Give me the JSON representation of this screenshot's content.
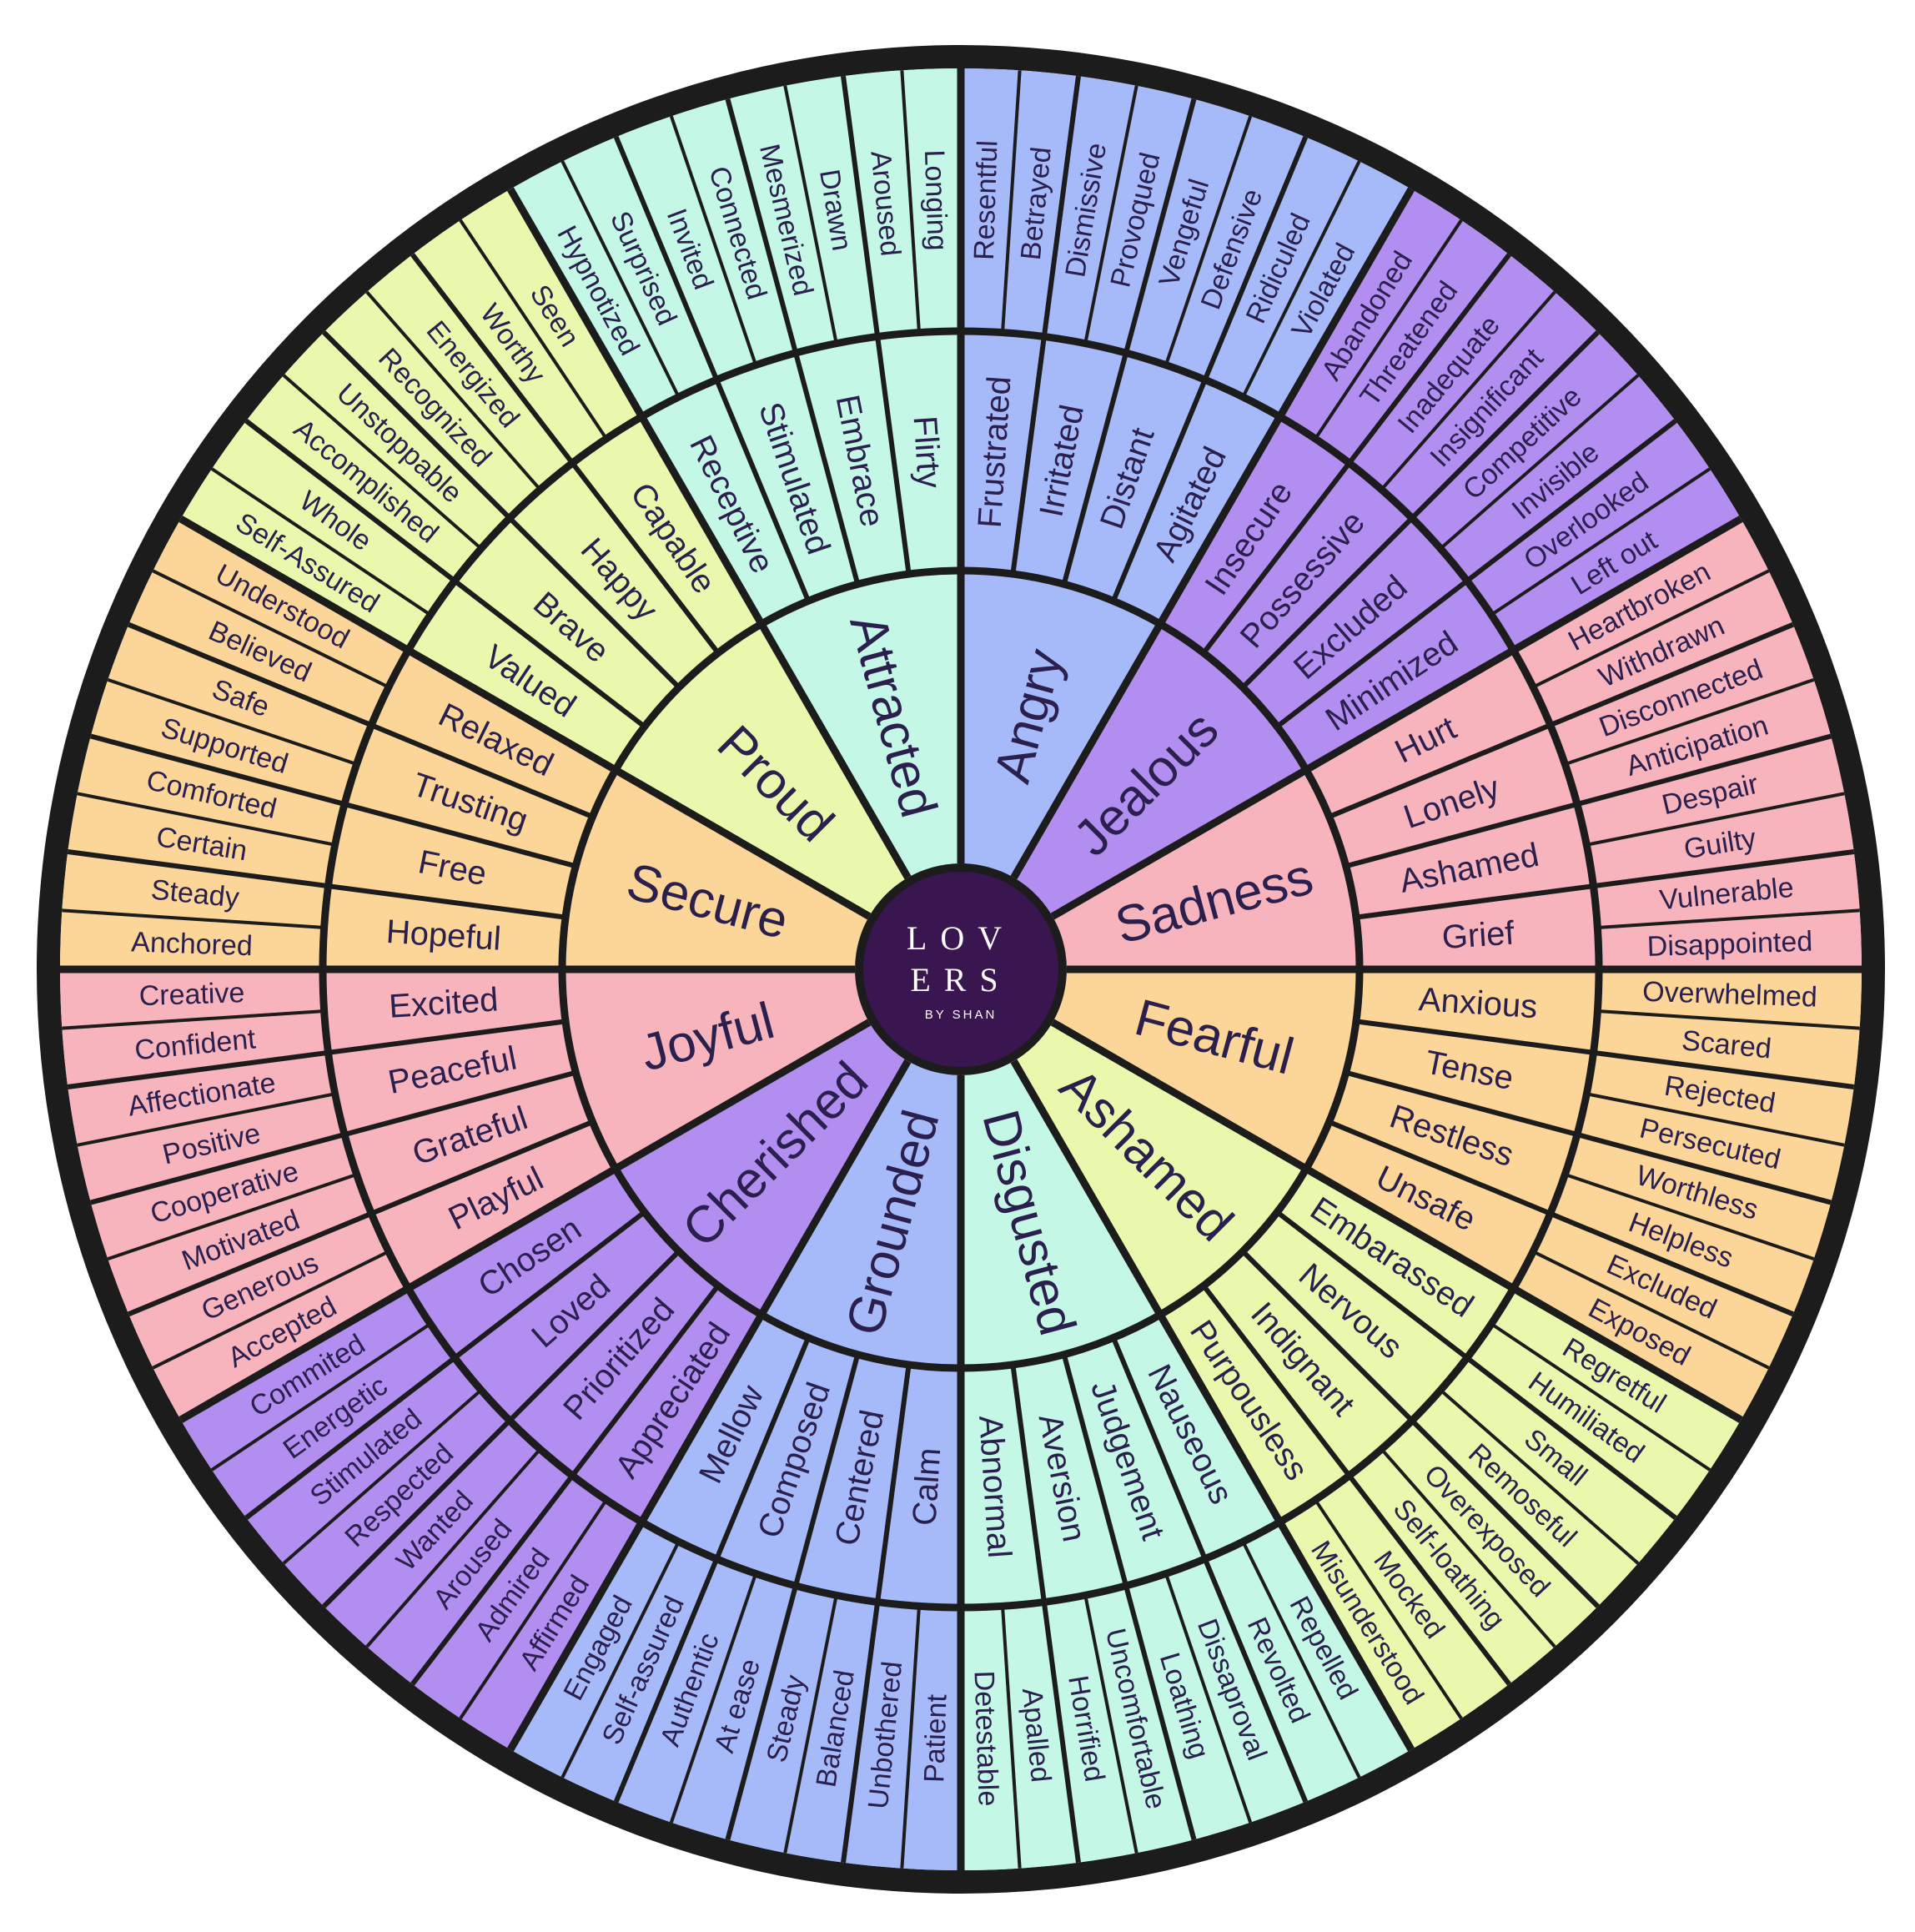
{
  "logo": {
    "line1": "LOV",
    "line2": "ERS",
    "sub": "BY SHAN"
  },
  "colors": {
    "blue": "#a6baf9",
    "purple": "#b28ef0",
    "pink": "#f8b4bc",
    "orange": "#fbd698",
    "lime": "#eaf8ae",
    "mint": "#c4f7e6",
    "center": "#3a1650",
    "outline": "#1c1c1c"
  },
  "emotions": [
    {
      "name": "Angry",
      "color": "blue",
      "mid": [
        "Frustrated",
        "Irritated",
        "Distant",
        "Agitated"
      ],
      "outer": [
        "Resentful",
        "Betrayed",
        "Dismissive",
        "Provoqued",
        "Vengeful",
        "Defensive",
        "Ridiculed",
        "Violated"
      ]
    },
    {
      "name": "Jealous",
      "color": "purple",
      "mid": [
        "Insecure",
        "Possessive",
        "Excluded",
        "Minimized"
      ],
      "outer": [
        "Abandoned",
        "Threatened",
        "Inadequate",
        "Insignificant",
        "Competitive",
        "Invisible",
        "Overlooked",
        "Left out"
      ]
    },
    {
      "name": "Sadness",
      "color": "pink",
      "mid": [
        "Hurt",
        "Lonely",
        "Ashamed",
        "Grief"
      ],
      "outer": [
        "Heartbroken",
        "Withdrawn",
        "Disconnected",
        "Anticipation",
        "Despair",
        "Guilty",
        "Vulnerable",
        "Disappointed"
      ]
    },
    {
      "name": "Fearful",
      "color": "orange",
      "mid": [
        "Anxious",
        "Tense",
        "Restless",
        "Unsafe"
      ],
      "outer": [
        "Overwhelmed",
        "Scared",
        "Rejected",
        "Persecuted",
        "Worthless",
        "Helpless",
        "Excluded",
        "Exposed"
      ]
    },
    {
      "name": "Ashamed",
      "color": "lime",
      "mid": [
        "Embarassed",
        "Nervous",
        "Indignant",
        "Purpousless"
      ],
      "outer": [
        "Regretful",
        "Humiliated",
        "Small",
        "Remoseful",
        "Overexposed",
        "Self-loathing",
        "Mocked",
        "Misunderstood"
      ]
    },
    {
      "name": "Disgusted",
      "color": "mint",
      "mid": [
        "Nauseous",
        "Judgement",
        "Aversion",
        "Abnormal"
      ],
      "outer": [
        "Repelled",
        "Revolted",
        "Dissaproval",
        "Loathing",
        "Uncomfortable",
        "Horrified",
        "Apalled",
        "Detestable"
      ]
    },
    {
      "name": "Grounded",
      "color": "blue",
      "mid": [
        "Calm",
        "Centered",
        "Composed",
        "Mellow"
      ],
      "outer": [
        "Patient",
        "Unbothered",
        "Balanced",
        "Steady",
        "At ease",
        "Authentic",
        "Self-assured",
        "Engaged"
      ]
    },
    {
      "name": "Cherished",
      "color": "purple",
      "mid": [
        "Appreciated",
        "Prioritized",
        "Loved",
        "Chosen"
      ],
      "outer": [
        "Affirmed",
        "Admired",
        "Aroused",
        "Wanted",
        "Respected",
        "Stimulated",
        "Energetic",
        "Commited"
      ]
    },
    {
      "name": "Joyful",
      "color": "pink",
      "mid": [
        "Playful",
        "Grateful",
        "Peaceful",
        "Excited"
      ],
      "outer": [
        "Accepted",
        "Generous",
        "Motivated",
        "Cooperative",
        "Positive",
        "Affectionate",
        "Confident",
        "Creative"
      ]
    },
    {
      "name": "Secure",
      "color": "orange",
      "mid": [
        "Hopeful",
        "Free",
        "Trusting",
        "Relaxed"
      ],
      "outer": [
        "Anchored",
        "Steady",
        "Certain",
        "Comforted",
        "Supported",
        "Safe",
        "Believed",
        "Understood"
      ]
    },
    {
      "name": "Proud",
      "color": "lime",
      "mid": [
        "Valued",
        "Brave",
        "Happy",
        "Capable"
      ],
      "outer": [
        "Self-Assured",
        "Whole",
        "Accomplished",
        "Unstoppable",
        "Recognized",
        "Energized",
        "Worthy",
        "Seen"
      ]
    },
    {
      "name": "Attracted",
      "color": "mint",
      "mid": [
        "Receptive",
        "Stimulated",
        "Embrace",
        "Flirty"
      ],
      "outer": [
        "Hypnotized",
        "Surprised",
        "Invited",
        "Connected",
        "Mesmerized",
        "Drawn",
        "Aroused",
        "Longing"
      ]
    }
  ]
}
